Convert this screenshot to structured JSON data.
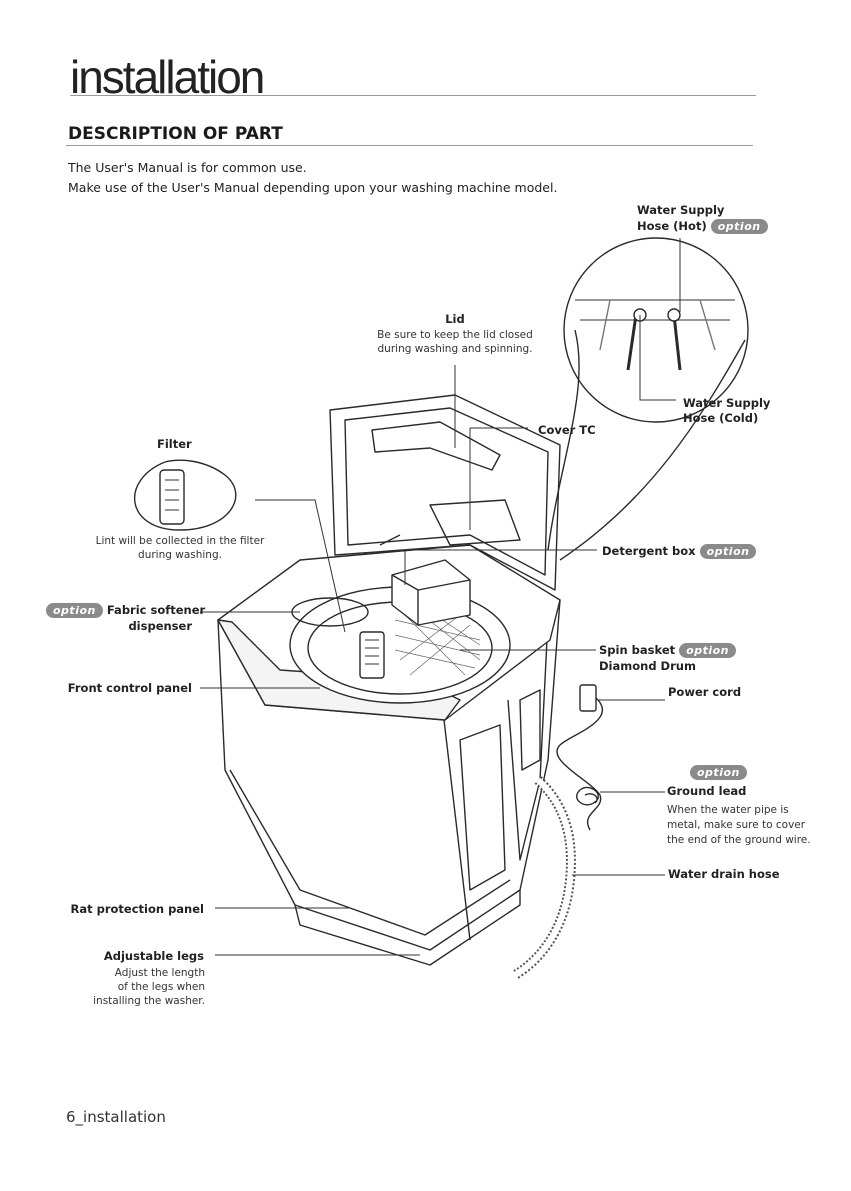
{
  "header": {
    "chapter_title": "installation"
  },
  "section": {
    "title": "DESCRIPTION OF PART",
    "intro_line1": "The User's Manual is for common use.",
    "intro_line2": "Make use of the User's Manual depending upon your washing machine model."
  },
  "option_badge": "option",
  "parts": {
    "hot_hose_l1": "Water Supply",
    "hot_hose_l2": "Hose (Hot)",
    "lid": "Lid",
    "lid_note_l1": "Be sure to keep the lid closed",
    "lid_note_l2": "during washing and spinning.",
    "cold_hose_l1": "Water Supply",
    "cold_hose_l2": "Hose (Cold)",
    "cover_tc": "Cover TC",
    "filter": "Filter",
    "filter_note_l1": "Lint will be collected in the filter",
    "filter_note_l2": "during washing.",
    "detergent_box": "Detergent box",
    "softener_l1": "Fabric softener",
    "softener_l2": "dispenser",
    "spin_basket": "Spin basket",
    "diamond_drum": "Diamond Drum",
    "front_panel": "Front control panel",
    "power_cord": "Power cord",
    "ground_lead": "Ground lead",
    "ground_note_l1": "When the water pipe is",
    "ground_note_l2": "metal, make sure to cover",
    "ground_note_l3": "the end of the ground wire.",
    "drain_hose": "Water drain hose",
    "rat_panel": "Rat protection panel",
    "legs": "Adjustable legs",
    "legs_note_l1": "Adjust the length",
    "legs_note_l2": "of the legs when",
    "legs_note_l3": "installing the washer."
  },
  "footer": {
    "page_label": "6_installation"
  }
}
